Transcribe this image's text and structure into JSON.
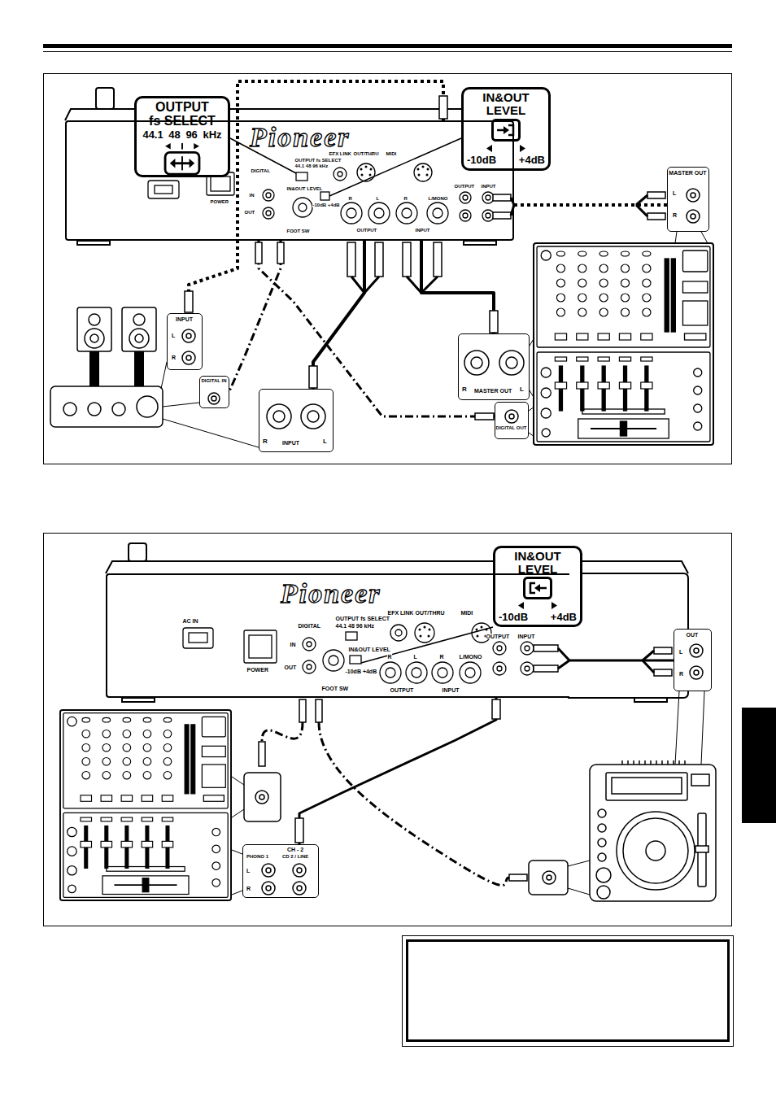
{
  "diagram": {
    "nodes": [
      {
        "text": [
          "OUTPUT",
          "fs SELECT",
          "44.1 48 96 kHz"
        ]
      },
      {
        "text": [
          "IN&OUT LEVEL",
          "-10dB",
          "+4dB"
        ]
      },
      {
        "text": [
          "Pioneer"
        ]
      },
      {
        "text": [
          "MASTER OUT",
          "L",
          "R"
        ]
      },
      {
        "text": [
          "INPUT",
          "L",
          "R"
        ]
      },
      {
        "text": [
          "DIGITAL IN"
        ]
      },
      {
        "text": [
          "R",
          "INPUT",
          "L"
        ]
      },
      {
        "text": [
          "R",
          "MASTER OUT",
          "L"
        ]
      },
      {
        "text": [
          "DIGITAL OUT"
        ]
      },
      {
        "text": [
          "IN&OUT LEVEL",
          "-10dB",
          "+4dB"
        ]
      },
      {
        "text": [
          "Pioneer"
        ]
      },
      {
        "text": [
          "OUT",
          "L",
          "R"
        ]
      },
      {
        "text": [
          "CH - 2",
          "PHONO 1",
          "CD 2 / LINE",
          "L",
          "R"
        ]
      }
    ],
    "edges": [
      {
        "from": 2,
        "to": 4,
        "arrow": "none"
      },
      {
        "from": 2,
        "to": 5,
        "arrow": "none"
      },
      {
        "from": 2,
        "to": 6,
        "arrow": "none"
      },
      {
        "from": 7,
        "to": 2,
        "arrow": "none"
      },
      {
        "from": 3,
        "to": 2,
        "arrow": "none"
      },
      {
        "from": 8,
        "to": 2,
        "arrow": "none"
      },
      {
        "from": 11,
        "to": 10,
        "arrow": "none"
      },
      {
        "from": 10,
        "to": 12,
        "arrow": "none"
      }
    ],
    "labels": [
      "POWER",
      "DIGITAL",
      "IN",
      "OUT",
      "OUTPUT fs SELECT",
      "44.1 48 96 kHz",
      "EFX LINK",
      "OUT/THRU",
      "MIDI",
      "IN&OUT LEVEL",
      "-10dB +4dB",
      "R",
      "L",
      "R",
      "L/MONO",
      "OUTPUT",
      "INPUT",
      "FOOT SW",
      "OUTPUT",
      "INPUT",
      "AC IN",
      "POWER",
      "DIGITAL",
      "IN",
      "OUT",
      "OUTPUT fs SELECT",
      "44.1 48 96 kHz",
      "EFX LINK",
      "OUT/THRU",
      "MIDI",
      "IN&OUT LEVEL",
      "-10dB +4dB",
      "R",
      "L",
      "R",
      "L/MONO",
      "OUTPUT",
      "INPUT",
      "FOOT SW",
      "OUTPUT",
      "INPUT"
    ]
  }
}
